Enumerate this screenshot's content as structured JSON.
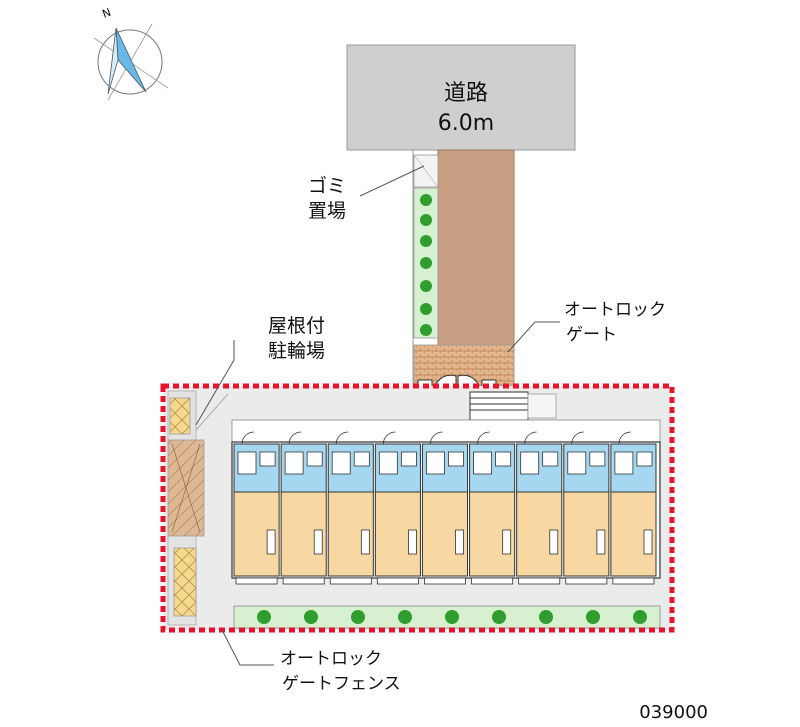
{
  "compass": {
    "north_label": "N"
  },
  "road": {
    "name": "道路",
    "width": "6.0m"
  },
  "labels": {
    "garbage": [
      "ゴミ",
      "置場"
    ],
    "bicycle": [
      "屋根付",
      "駐輪場"
    ],
    "gate": [
      "オートロック",
      "ゲート"
    ],
    "fence": [
      "オートロック",
      "ゲートフェンス"
    ]
  },
  "property_code": "039000",
  "colors": {
    "road": "#cfcfcf",
    "driveway": "#c9a083",
    "brick": "#e3b58a",
    "bathroom": "#a6d7f1",
    "room": "#f8d8a2",
    "hedge": "#2f9e2f",
    "fence": "#e8132b",
    "walkway": "#dcdcdc"
  },
  "building": {
    "unit_count": 9
  }
}
